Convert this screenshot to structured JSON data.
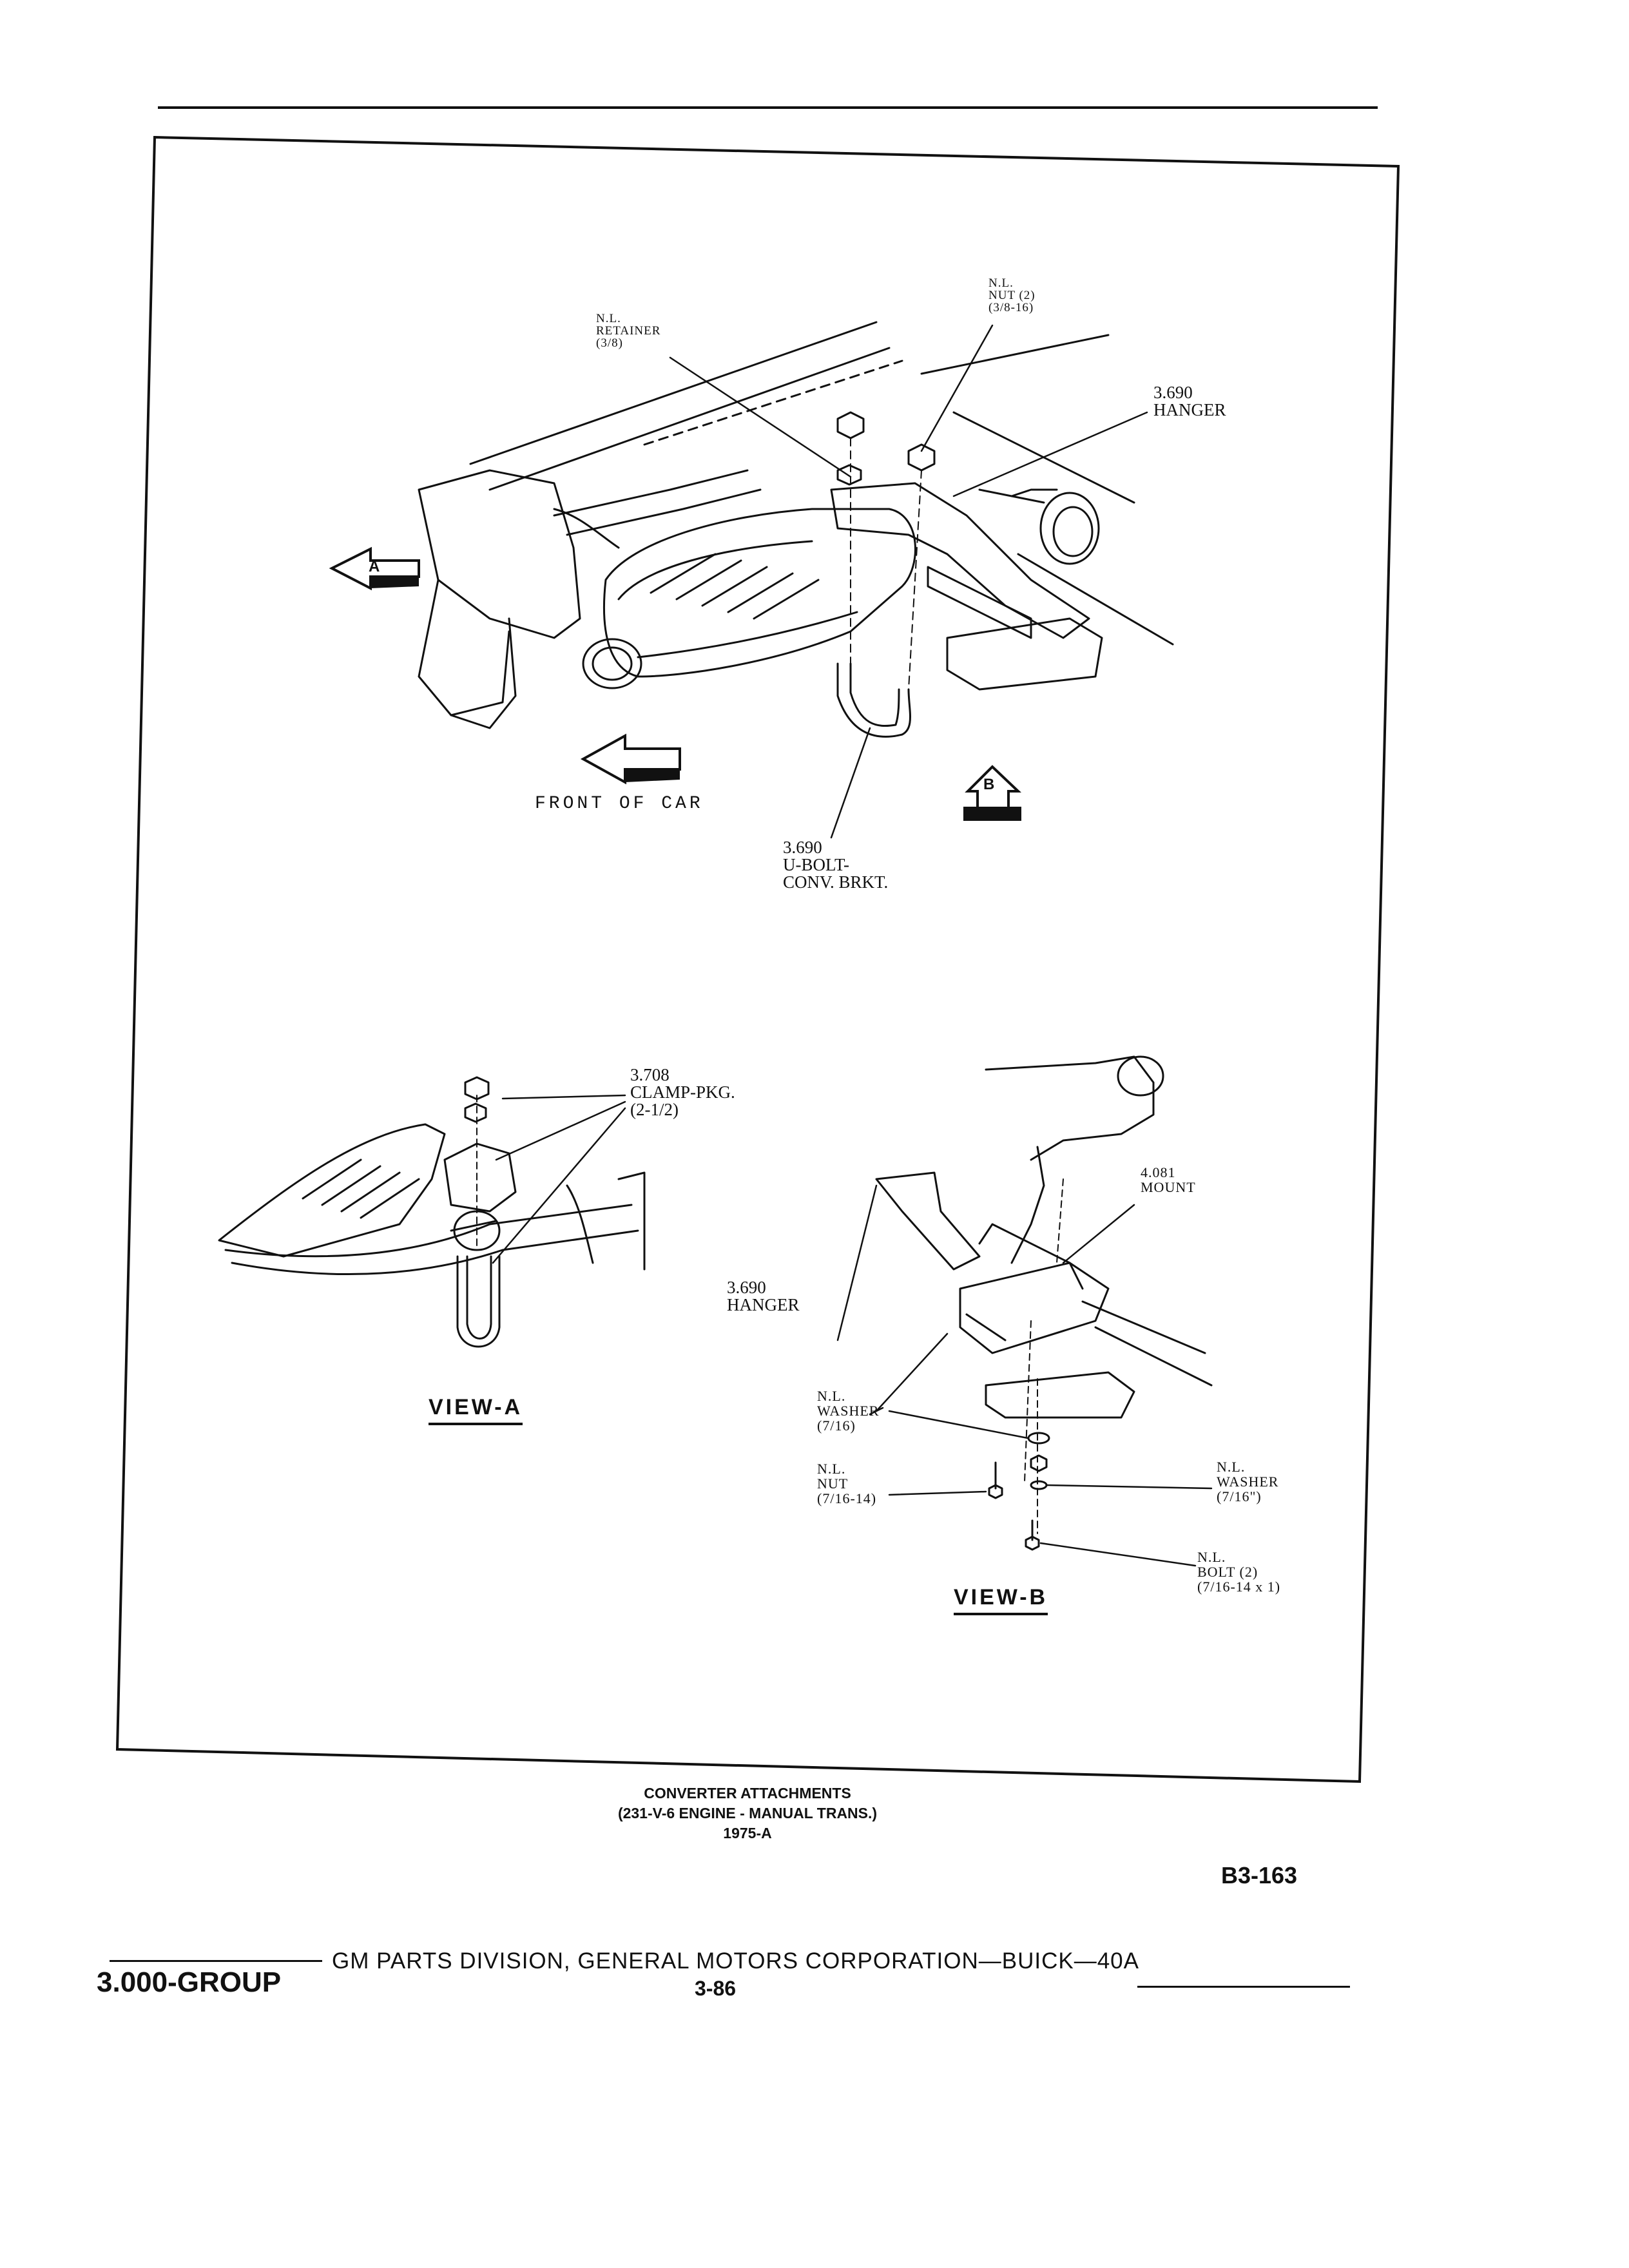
{
  "illustration": {
    "main_labels": {
      "retainer": "N.L.\nRETAINER\n(3/8)",
      "nut": "N.L.\nNUT (2)\n(3/8-16)",
      "hanger": "3.690\nHANGER",
      "ubolt": "3.690\nU-BOLT-\nCONV. BRKT.",
      "front_of_car": "FRONT OF CAR",
      "arrow_a": "A",
      "arrow_b": "B"
    },
    "view_a": {
      "title": "VIEW-A",
      "clamp_label": "3.708\nCLAMP-PKG.\n(2-1/2)"
    },
    "view_b": {
      "title": "VIEW-B",
      "mount_label": "4.081\nMOUNT",
      "hanger_label": "3.690\nHANGER",
      "washer1_label": "N.L.\nWASHER\n(7/16)",
      "nut_label": "N.L.\nNUT\n(7/16-14)",
      "washer2_label": "N.L.\nWASHER\n(7/16\")",
      "bolt_label": "N.L.\nBOLT (2)\n(7/16-14 x 1)"
    }
  },
  "caption": {
    "line1": "CONVERTER ATTACHMENTS",
    "line2": "(231-V-6 ENGINE - MANUAL TRANS.)",
    "line3": "1975-A"
  },
  "page_code": "B3-163",
  "footer": {
    "group": "3.000-GROUP",
    "publisher": "GM PARTS DIVISION, GENERAL MOTORS CORPORATION—BUICK—40A",
    "page_number": "3-86"
  }
}
